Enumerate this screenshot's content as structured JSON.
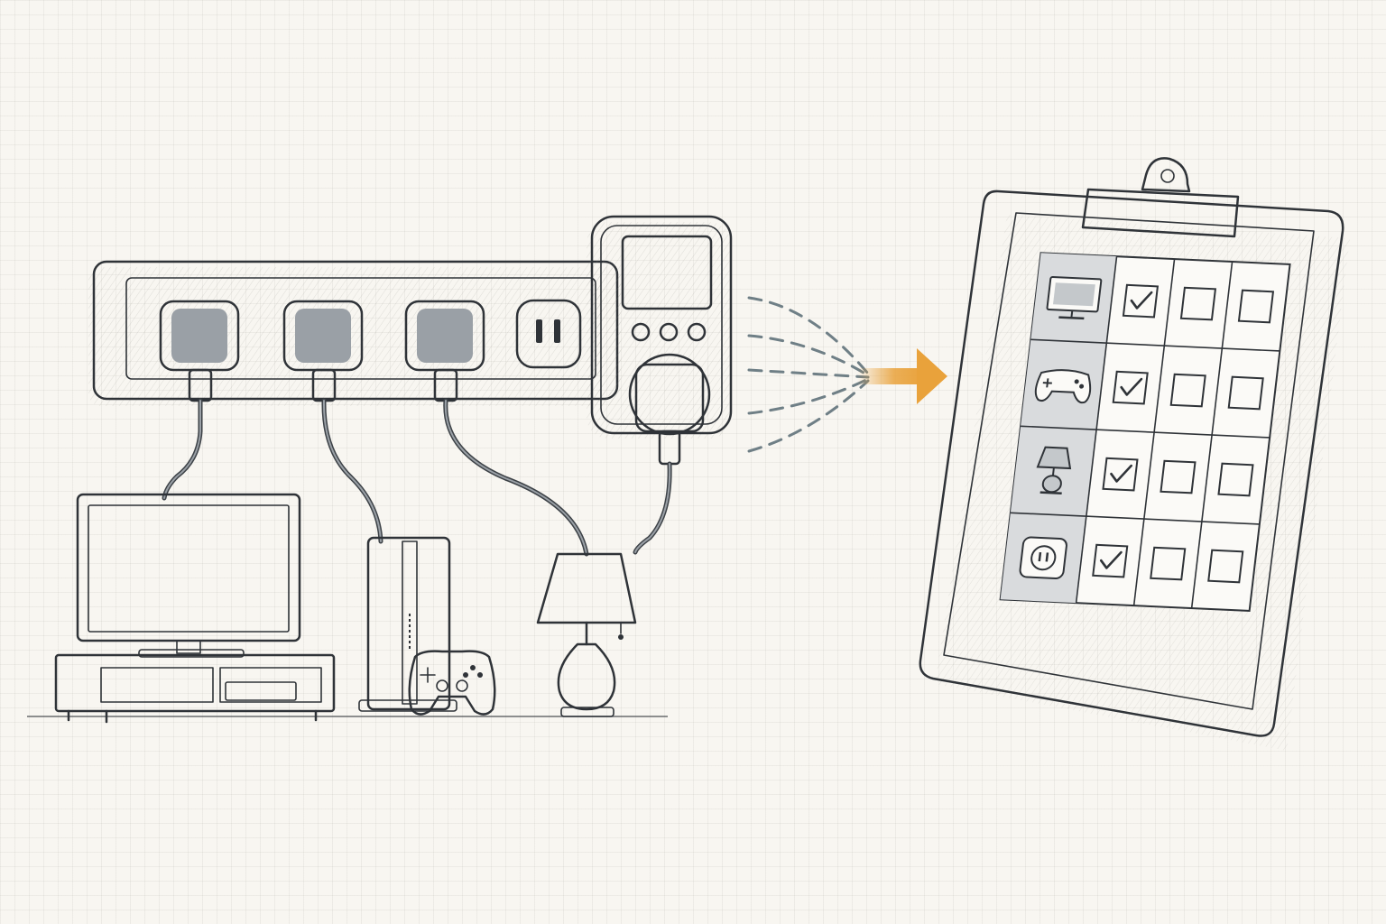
{
  "palette": {
    "paper": "#f8f6f1",
    "ink": "#2f3338",
    "plug_gray": "#8a9096",
    "screen_gray": "#c4c8cb",
    "accent_arrow": "#e9a23b",
    "signal_dash": "#6f7f86"
  },
  "power_strip": {
    "outlets": [
      {
        "state": "plugged",
        "device": "tv"
      },
      {
        "state": "plugged",
        "device": "game-console"
      },
      {
        "state": "plugged",
        "device": "lamp"
      },
      {
        "state": "empty",
        "device": ""
      }
    ]
  },
  "power_meter": {
    "display": "blank",
    "buttons": 3,
    "plugged_device": "wall-socket-device"
  },
  "devices": [
    "tv-with-stand",
    "game-console-tower",
    "game-controller",
    "table-lamp"
  ],
  "clipboard": {
    "rows": [
      {
        "icon": "tv-icon",
        "checks": [
          true,
          false,
          false
        ]
      },
      {
        "icon": "gamepad-icon",
        "checks": [
          true,
          false,
          false
        ]
      },
      {
        "icon": "lamp-icon",
        "checks": [
          true,
          false,
          false
        ]
      },
      {
        "icon": "outlet-icon",
        "checks": [
          true,
          false,
          false
        ]
      }
    ]
  }
}
